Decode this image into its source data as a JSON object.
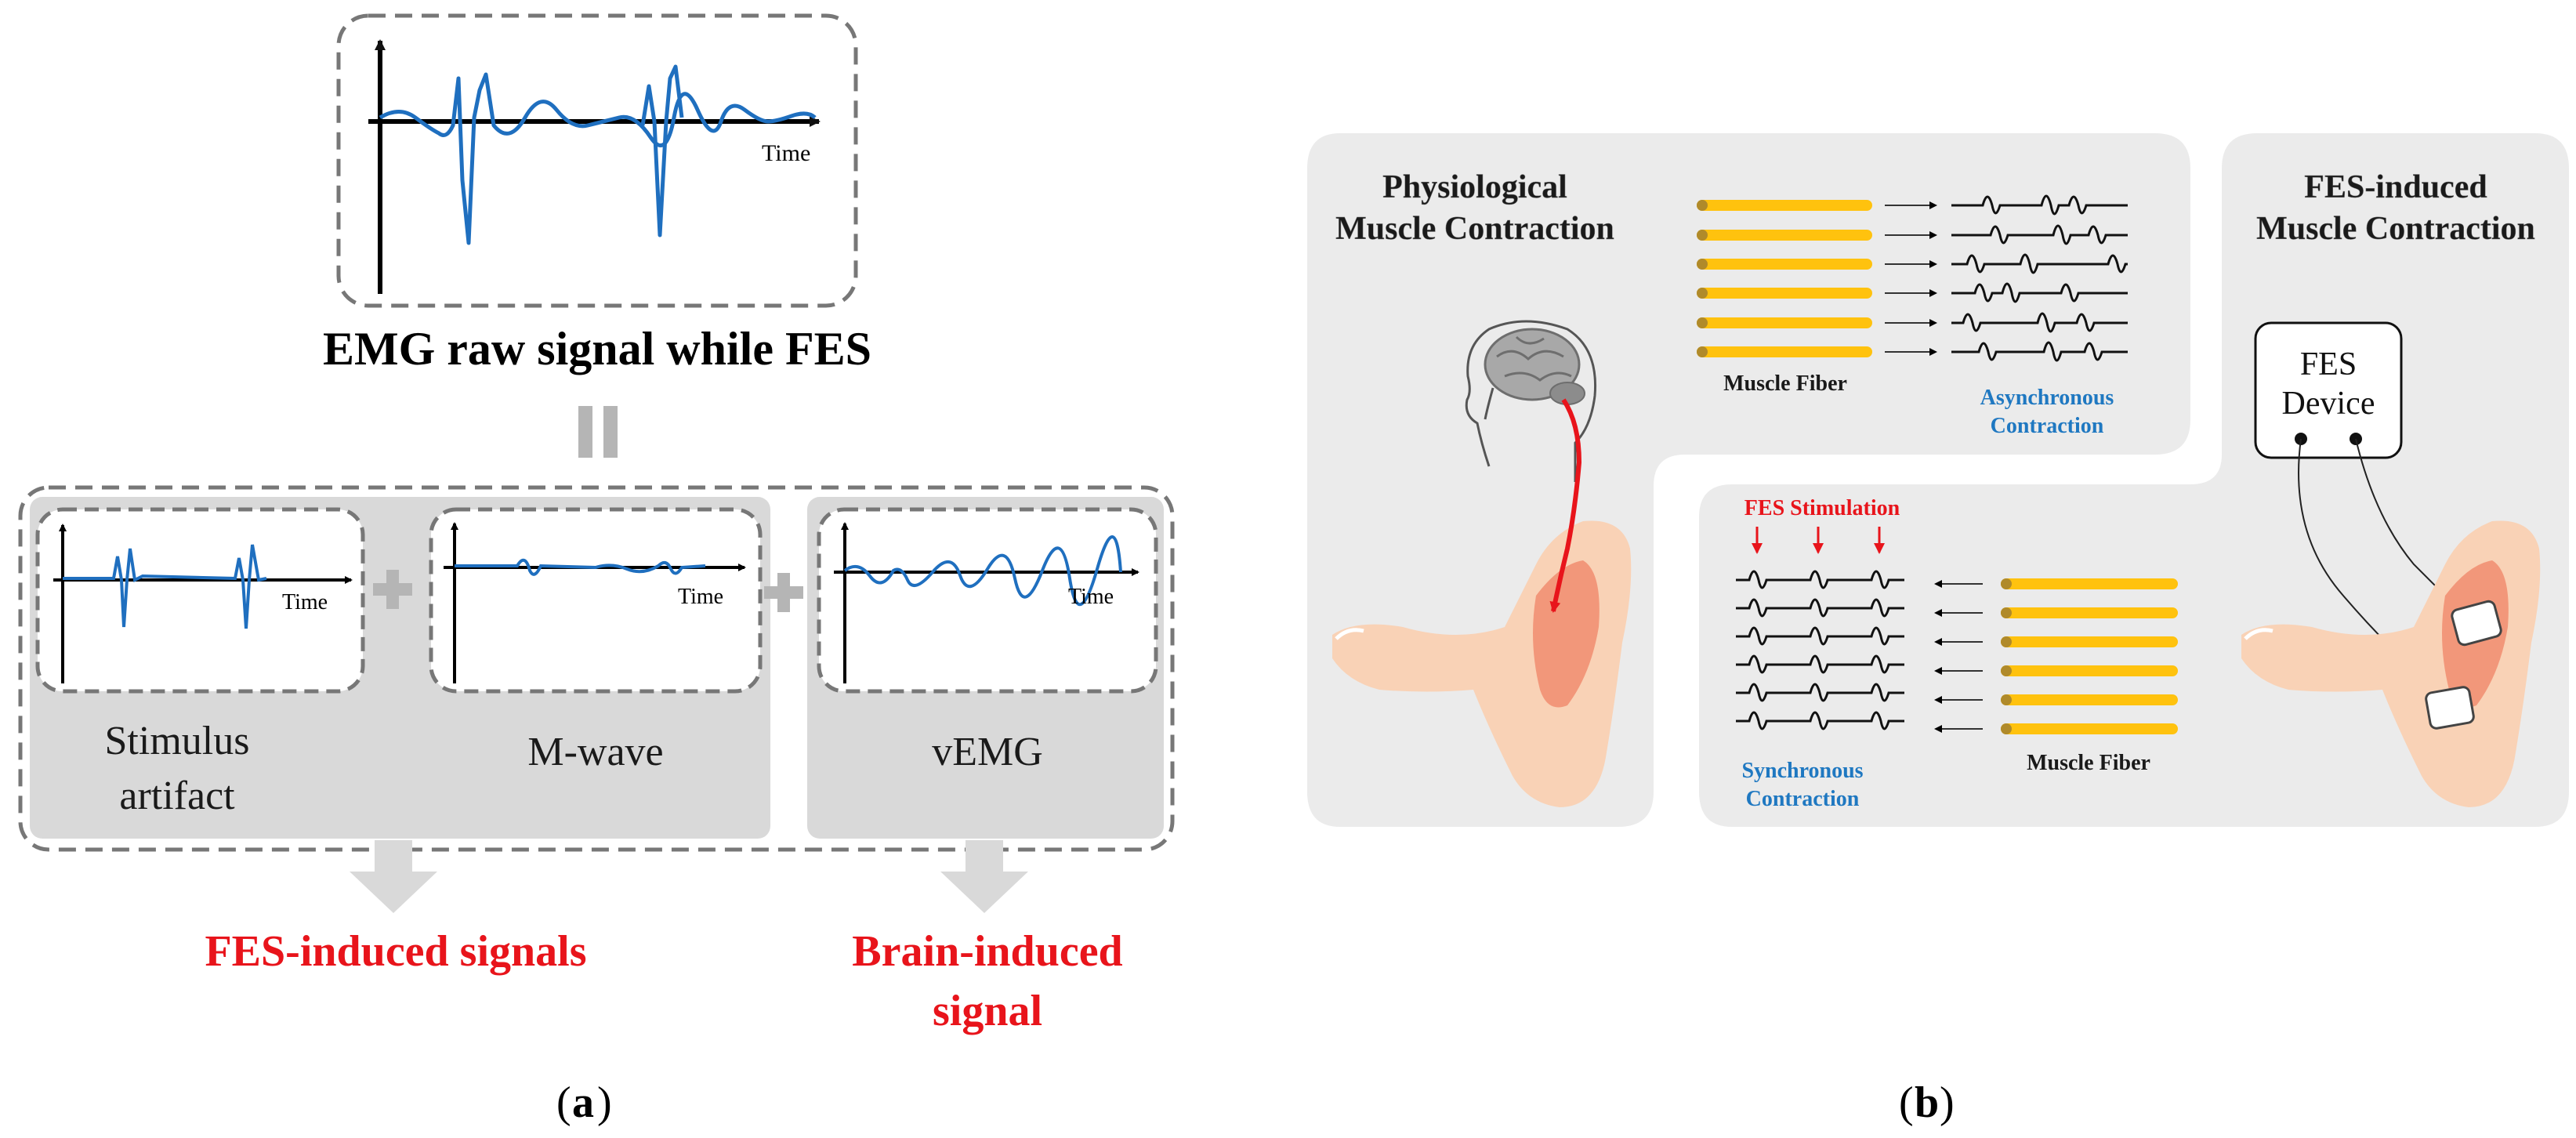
{
  "panel_a": {
    "raw": {
      "time_label": "Time",
      "title": "EMG raw signal while FES"
    },
    "components": [
      {
        "time_label": "Time",
        "label_line1": "Stimulus",
        "label_line2": "artifact"
      },
      {
        "time_label": "Time",
        "label": "M-wave"
      },
      {
        "time_label": "Time",
        "label": "vEMG"
      }
    ],
    "outputs": {
      "fes_induced": "FES-induced signals",
      "brain_line1": "Brain-induced",
      "brain_line2": "signal"
    },
    "caption_letter": "a"
  },
  "panel_b": {
    "physiological_line1": "Physiological",
    "physiological_line2": "Muscle Contraction",
    "muscle_fiber_top": "Muscle Fiber",
    "async_line1": "Asynchronous",
    "async_line2": "Contraction",
    "fes_stimulation": "FES Stimulation",
    "sync_line1": "Synchronous",
    "sync_line2": "Contraction",
    "muscle_fiber_bottom": "Muscle Fiber",
    "fes_induced_line1": "FES-induced",
    "fes_induced_line2": "Muscle Contraction",
    "device_line1": "FES",
    "device_line2": "Device",
    "caption_letter": "b"
  },
  "colors": {
    "signal_blue": "#1f6fbf",
    "label_red": "#e8141b",
    "label_blue": "#1f78c1",
    "panel_gray": "#d9d9d9",
    "bg_gray": "#ebebeb",
    "fiber_yellow": "#ffc20e",
    "skin": "#f9d2b6",
    "muscle": "#f2977a"
  }
}
